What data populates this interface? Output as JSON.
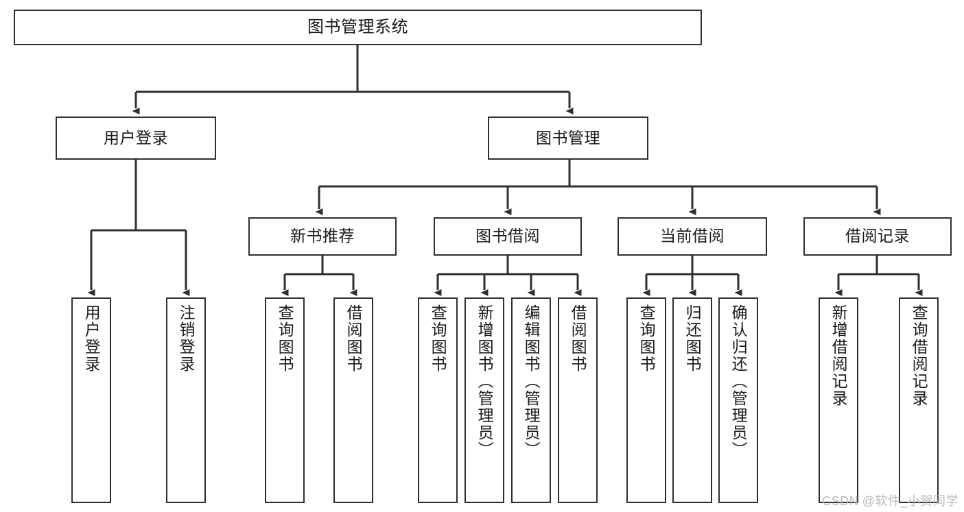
{
  "diagram": {
    "title": "图书管理系统",
    "type": "tree-hierarchy-chart",
    "watermark": "CSDN @软件_小贺同学",
    "colors": {
      "box_border": "#2f2f2f",
      "box_fill": "#ffffff",
      "connector": "#2f2f2f",
      "text": "#1a1a1a",
      "watermark": "#b9b9b9",
      "background": "#ffffff"
    },
    "root": {
      "label": "图书管理系统"
    },
    "level2": [
      {
        "label": "用户登录"
      },
      {
        "label": "图书管理"
      }
    ],
    "level3": [
      {
        "label": "新书推荐"
      },
      {
        "label": "图书借阅"
      },
      {
        "label": "当前借阅"
      },
      {
        "label": "借阅记录"
      }
    ],
    "leaves": {
      "user_login": [
        {
          "label": "用户登录"
        },
        {
          "label": "注销登录"
        }
      ],
      "new_book_recommend": [
        {
          "label": "查询图书"
        },
        {
          "label": "借阅图书"
        }
      ],
      "book_borrow": [
        {
          "label": "查询图书"
        },
        {
          "label": "新增图书（管理员）"
        },
        {
          "label": "编辑图书（管理员）"
        },
        {
          "label": "借阅图书"
        }
      ],
      "current_borrow": [
        {
          "label": "查询图书"
        },
        {
          "label": "归还图书"
        },
        {
          "label": "确认归还（管理员）"
        }
      ],
      "borrow_record": [
        {
          "label": "新增借阅记录"
        },
        {
          "label": "查询借阅记录"
        }
      ]
    }
  }
}
